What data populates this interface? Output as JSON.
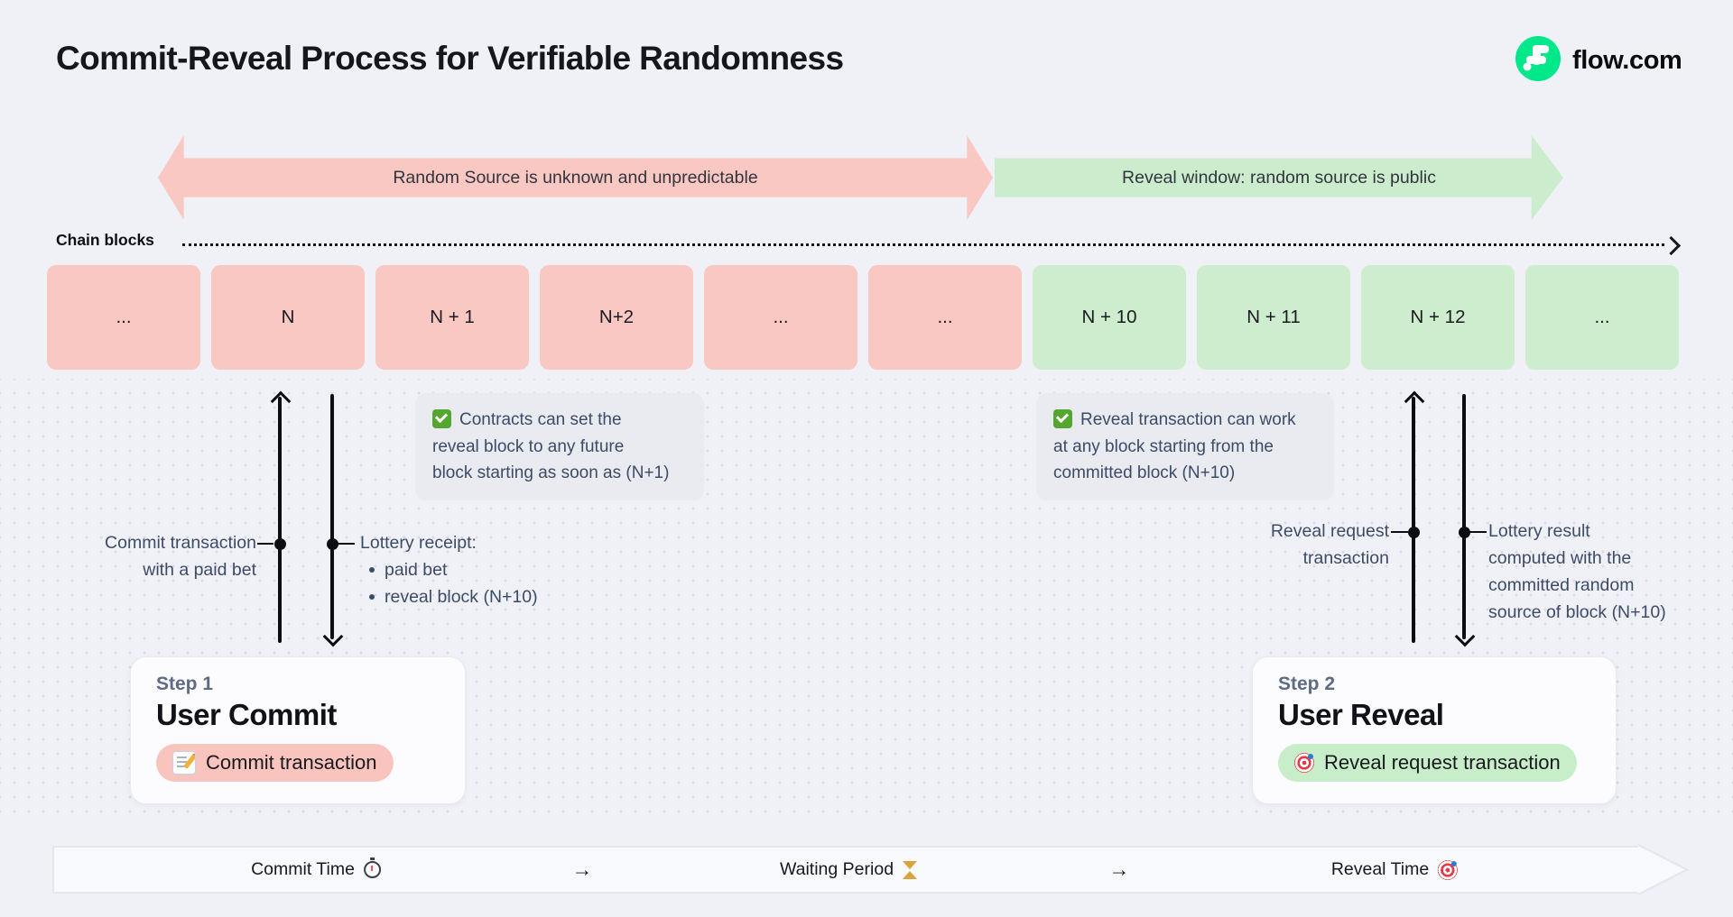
{
  "page": {
    "title": "Commit-Reveal Process for Verifiable Randomness"
  },
  "brand": {
    "name": "flow.com"
  },
  "banners": {
    "unpredictable": "Random Source is unknown and unpredictable",
    "reveal_window": "Reveal window: random source is public"
  },
  "chain": {
    "label": "Chain blocks",
    "blocks": [
      {
        "label": "...",
        "phase": "pink"
      },
      {
        "label": "N",
        "phase": "pink"
      },
      {
        "label": "N + 1",
        "phase": "pink"
      },
      {
        "label": "N+2",
        "phase": "pink"
      },
      {
        "label": "...",
        "phase": "pink"
      },
      {
        "label": "...",
        "phase": "pink"
      },
      {
        "label": "N + 10",
        "phase": "green"
      },
      {
        "label": "N + 11",
        "phase": "green"
      },
      {
        "label": "N + 12",
        "phase": "green"
      },
      {
        "label": "...",
        "phase": "green"
      }
    ]
  },
  "notes": [
    {
      "icon": "check-icon",
      "lines": [
        "Contracts can set the",
        "reveal block to any future",
        "block starting as soon as (N+1)"
      ]
    },
    {
      "icon": "check-icon",
      "lines": [
        "Reveal transaction can work",
        "at any block starting from the",
        "committed block (N+10)"
      ]
    }
  ],
  "annotations": {
    "commit_lines": [
      "Commit transaction",
      "with a paid bet"
    ],
    "receipt_title": "Lottery receipt:",
    "receipt_bullets": [
      "paid bet",
      "reveal block (N+10)"
    ],
    "reveal_lines": [
      "Reveal request",
      "transaction"
    ],
    "result_lines": [
      "Lottery result",
      "computed with the",
      "committed random",
      "source of block (N+10)"
    ]
  },
  "steps": [
    {
      "label": "Step 1",
      "title": "User Commit",
      "button": "Commit transaction",
      "button_icon": "memo-icon"
    },
    {
      "label": "Step 2",
      "title": "User Reveal",
      "button": "Reveal request transaction",
      "button_icon": "target-icon"
    }
  ],
  "timeline": {
    "commit": "Commit Time",
    "commit_icon": "stopwatch-icon",
    "arrow_label": "→",
    "waiting": "Waiting Period",
    "waiting_icon": "hourglass-icon",
    "reveal": "Reveal Time",
    "reveal_icon": "target-icon"
  },
  "colors": {
    "background": "#F0F1F6",
    "flow_green": "#00E88A",
    "pink_phase": "#FAC8C2",
    "green_phase": "#CDEDCE",
    "slate_text": "#3C4B66"
  }
}
